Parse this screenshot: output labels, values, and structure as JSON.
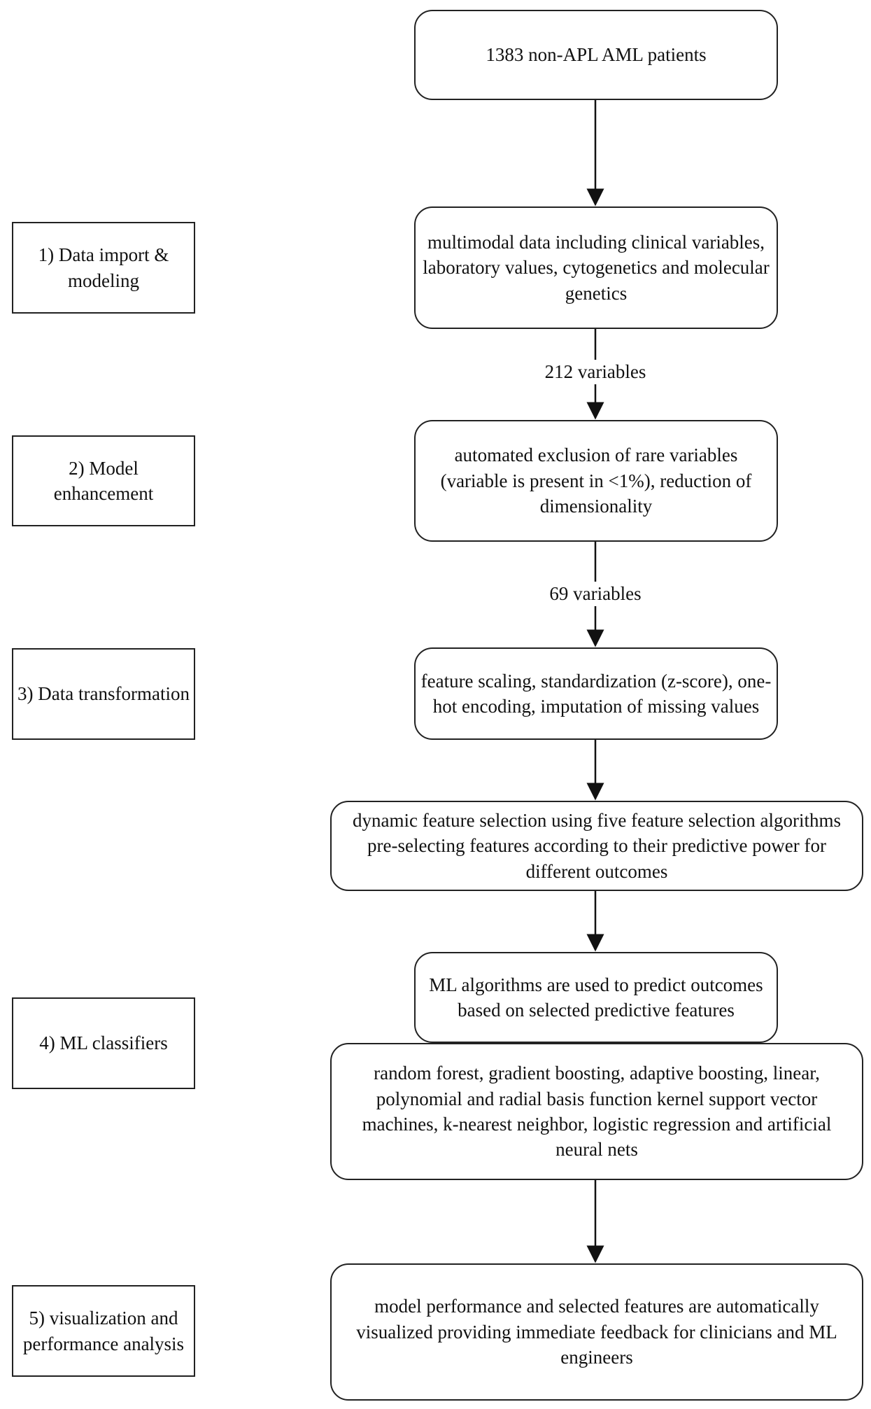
{
  "flow": {
    "patients": "1383 non-APL AML patients",
    "multimodal": "multimodal data including clinical variables, laboratory values, cytogenetics and molecular genetics",
    "count_212": "212 variables",
    "exclusion": "automated exclusion of rare variables (variable is present in <1%), reduction of dimensionality",
    "count_69": "69 variables",
    "transformation": "feature scaling, standardization (z-score), one-hot encoding, imputation of missing values",
    "feature_selection": "dynamic feature selection using five feature selection algorithms pre-selecting features according to their predictive power for different outcomes",
    "ml_algorithms": "ML algorithms are used to predict outcomes based on selected predictive features",
    "classifiers": "random forest, gradient boosting, adaptive boosting, linear, polynomial and radial basis function kernel support vector machines, k-nearest neighbor, logistic regression and artificial neural nets",
    "visualization": "model performance and selected features are automatically visualized providing immediate feedback for clinicians and ML engineers"
  },
  "stages": {
    "s1": "1) Data import & modeling",
    "s2": "2) Model enhancement",
    "s3": "3) Data transformation",
    "s4": "4) ML classifiers",
    "s5": "5) visualization and performance analysis"
  }
}
